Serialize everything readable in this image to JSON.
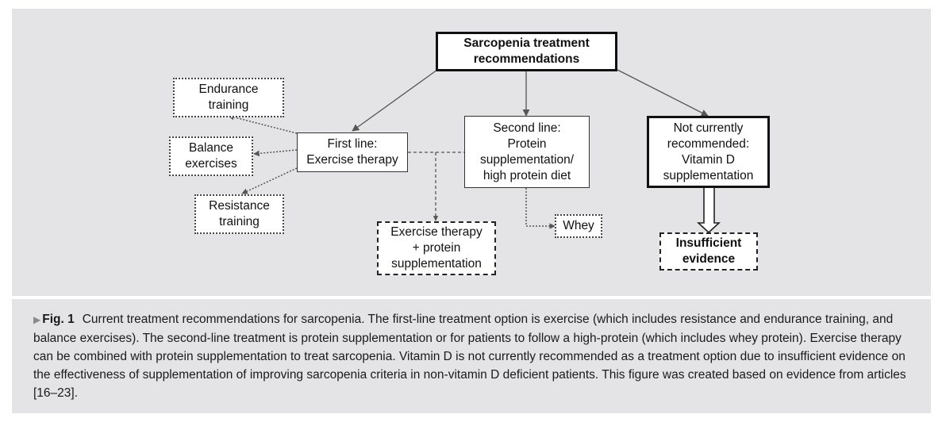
{
  "diagram": {
    "root": "Sarcopenia treatment\nrecommendations",
    "first_line": "First line:\nExercise therapy",
    "second_line": "Second line:\nProtein\nsupplementation/\nhigh protein diet",
    "not_recommended": "Not currently\nrecommended:\nVitamin D\nsupplementation",
    "endurance": "Endurance\ntraining",
    "balance": "Balance\nexercises",
    "resistance": "Resistance\ntraining",
    "combined": "Exercise therapy\n+ protein\nsupplementation",
    "whey": "Whey",
    "insufficient": "Insufficient\nevidence"
  },
  "caption": {
    "marker": "▶",
    "label": "Fig. 1",
    "text": "Current treatment recommendations for sarcopenia. The first-line treatment option is exercise (which includes resistance and endurance training, and balance exercises). The second-line treatment is protein supplementation or for patients to follow a high-protein (which includes whey protein). Exercise therapy can be combined with protein supplementation to treat sarcopenia. Vitamin D is not currently recommended as a treatment option due to insufficient evidence on the effectiveness of supplementation of improving sarcopenia criteria in non-vitamin D deficient patients. This figure was created based on evidence from articles [16–23]."
  }
}
